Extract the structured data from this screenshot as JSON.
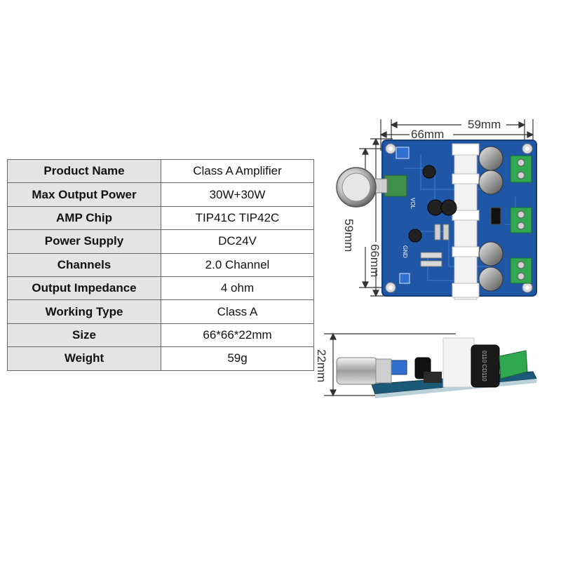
{
  "spec_table": {
    "rows": [
      {
        "label": "Product Name",
        "value": "Class A Amplifier"
      },
      {
        "label": "Max Output Power",
        "value": "30W+30W"
      },
      {
        "label": "AMP Chip",
        "value": "TIP41C  TIP42C"
      },
      {
        "label": "Power Supply",
        "value": "DC24V"
      },
      {
        "label": "Channels",
        "value": "2.0 Channel"
      },
      {
        "label": "Output Impedance",
        "value": "4 ohm"
      },
      {
        "label": "Working Type",
        "value": "Class A"
      },
      {
        "label": "Size",
        "value": "66*66*22mm"
      },
      {
        "label": "Weight",
        "value": "59g"
      }
    ]
  },
  "dimensions": {
    "top_outer": "59mm",
    "top_inner": "66mm",
    "left_outer": "59mm",
    "left_inner": "66mm",
    "side_height": "22mm"
  },
  "board_labels": {
    "vol": "VOL",
    "gnd": "GND",
    "capacitor": "0110 CD110"
  },
  "colors": {
    "pcb": "#1f56a6",
    "heatsink": "#f2f2f2",
    "terminal": "#2fa84f",
    "header_cell": "#e4e4e4"
  }
}
